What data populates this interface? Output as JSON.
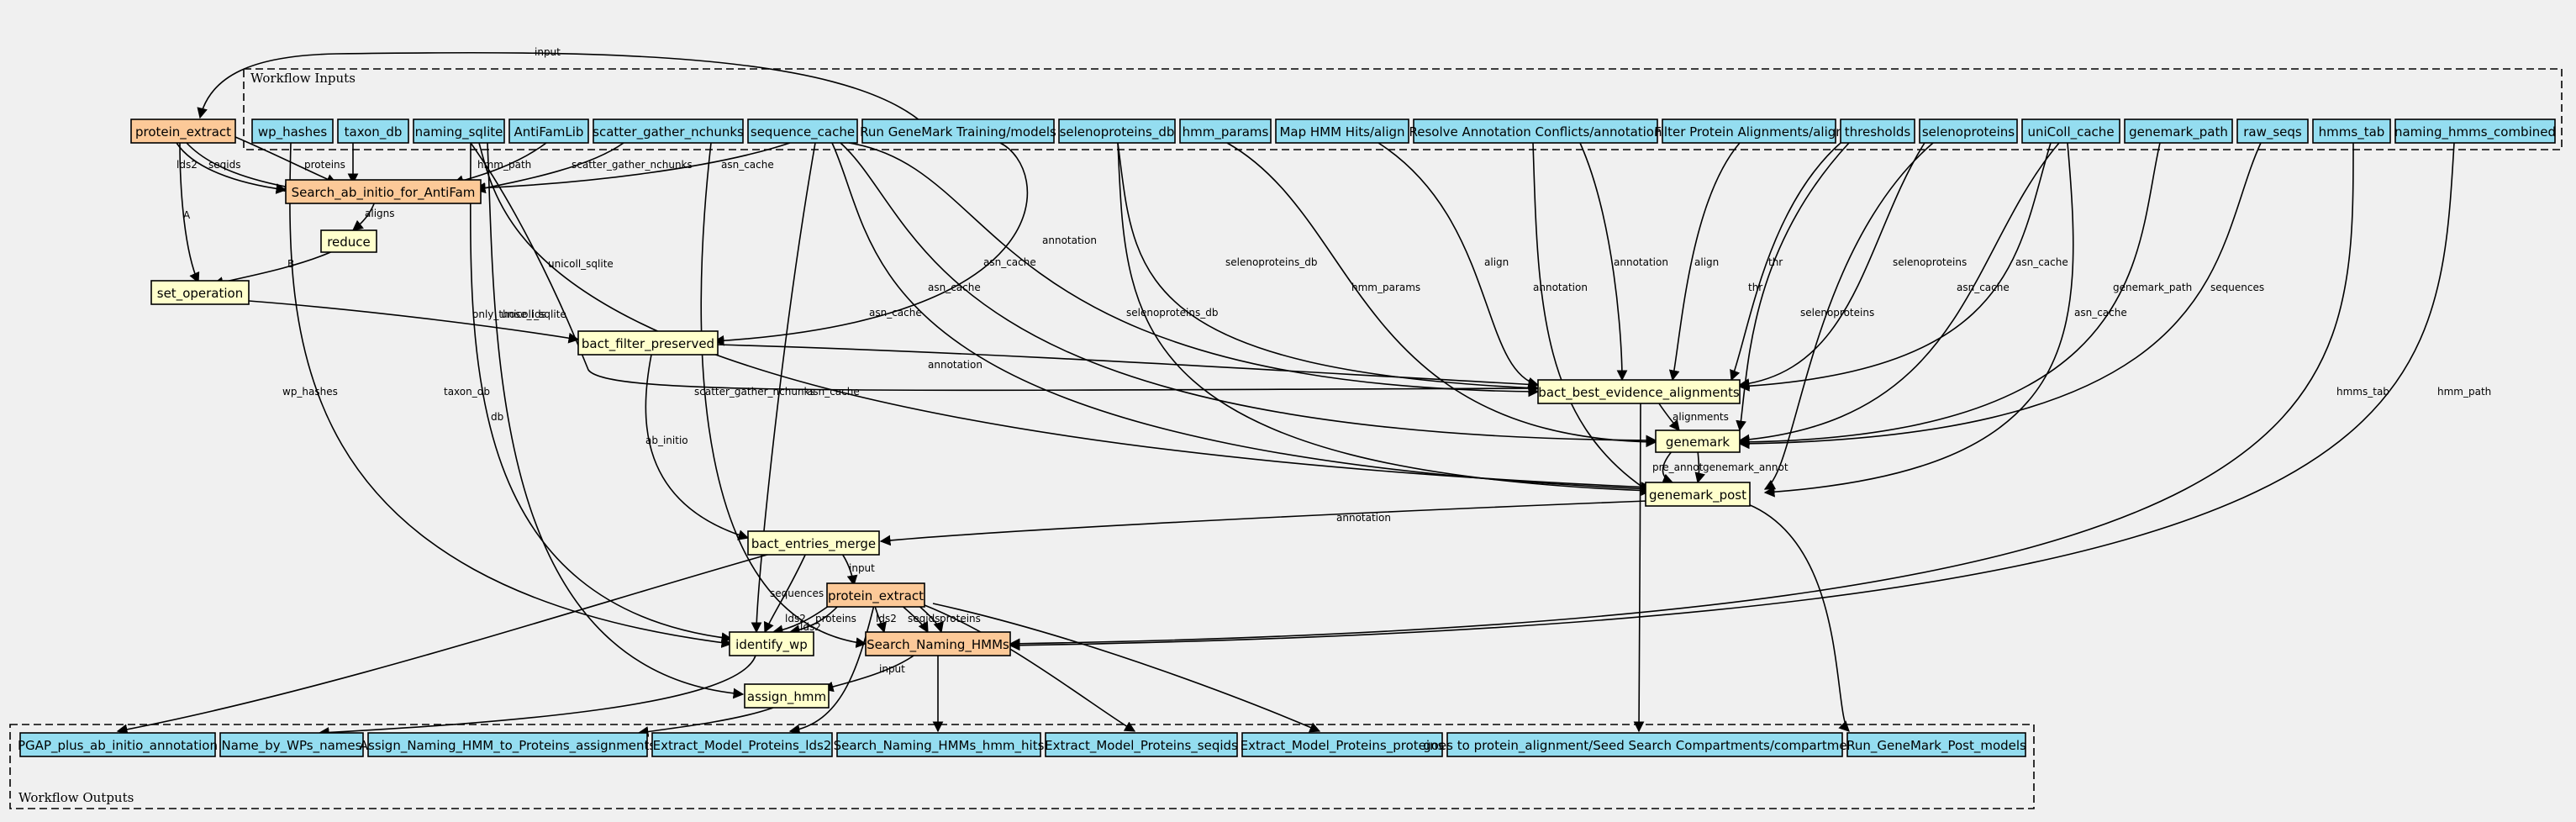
{
  "colors": {
    "input": "#94ddf0",
    "operation": "#fcc998",
    "step": "#ffffcc",
    "background": "#f0f0f0"
  },
  "clusters": {
    "inputs": "Workflow Inputs",
    "outputs": "Workflow Outputs"
  },
  "inputs": {
    "wp_hashes": "wp_hashes",
    "taxon_db": "taxon_db",
    "naming_sqlite": "naming_sqlite",
    "antifamlib": "AntiFamLib",
    "scatter_gather_nchunks": "scatter_gather_nchunks",
    "sequence_cache": "sequence_cache",
    "run_genemark_models": "Run GeneMark Training/models",
    "selenoproteins_db": "selenoproteins_db",
    "hmm_params": "hmm_params",
    "map_hmm_hits_align": "Map HMM Hits/align",
    "resolve_annotation": "Resolve Annotation Conflicts/annotation",
    "filter_protein_align": "Filter Protein Alignments/align",
    "thresholds": "thresholds",
    "selenoproteins": "selenoproteins",
    "unicoll_cache": "uniColl_cache",
    "genemark_path": "genemark_path",
    "raw_seqs": "raw_seqs",
    "hmms_tab": "hmms_tab",
    "naming_hmms_combined": "naming_hmms_combined"
  },
  "steps": {
    "protein_extract_top": "protein_extract",
    "search_antifam": "Search_ab_initio_for_AntiFam",
    "reduce": "reduce",
    "set_operation": "set_operation",
    "bact_filter_preserved": "bact_filter_preserved",
    "bact_best_evidence": "bact_best_evidence_alignments",
    "genemark": "genemark",
    "genemark_post": "genemark_post",
    "bact_entries_merge": "bact_entries_merge",
    "protein_extract_mid": "protein_extract",
    "identify_wp": "identify_wp",
    "search_naming_hmms": "Search_Naming_HMMs",
    "assign_hmm": "assign_hmm"
  },
  "outputs": {
    "pgap_plus": "PGAP_plus_ab_initio_annotation",
    "name_by_wps": "Name_by_WPs_names",
    "assign_naming": "Assign_Naming_HMM_to_Proteins_assignments",
    "extract_lds2": "Extract_Model_Proteins_lds2",
    "search_hits": "Search_Naming_HMMs_hmm_hits",
    "extract_seqids": "Extract_Model_Proteins_seqids",
    "extract_proteins": "Extract_Model_Proteins_proteins",
    "goes_to": "goes to protein_alignment/Seed Search Compartments/compartments",
    "run_genemark_post": "Run_GeneMark_Post_models"
  },
  "edge_labels": {
    "input": "input",
    "proteins": "proteins",
    "lds2": "lds2",
    "seqids": "seqids",
    "a": "A",
    "b": "B",
    "aligns": "aligns",
    "asn_cache": "asn_cache",
    "scatter_gather_nchunks": "scatter_gather_nchunks",
    "hmm_path": "hmm_path",
    "only_those_ids": "only_those_ids",
    "unicoll_sqlite": "unicoll_sqlite",
    "wp_hashes": "wp_hashes",
    "taxon_db": "taxon_db",
    "db": "db",
    "annotation": "annotation",
    "selenoproteins_db": "selenoproteins_db",
    "hmm_params": "hmm_params",
    "align": "align",
    "thr": "thr",
    "selenoproteins": "selenoproteins",
    "genemark_path": "genemark_path",
    "sequences": "sequences",
    "hmms_tab": "hmms_tab",
    "alignments": "alignments",
    "pre_annot": "pre_annot",
    "genemark_annot": "genemark_annot",
    "ab_initio": "ab_initio"
  }
}
